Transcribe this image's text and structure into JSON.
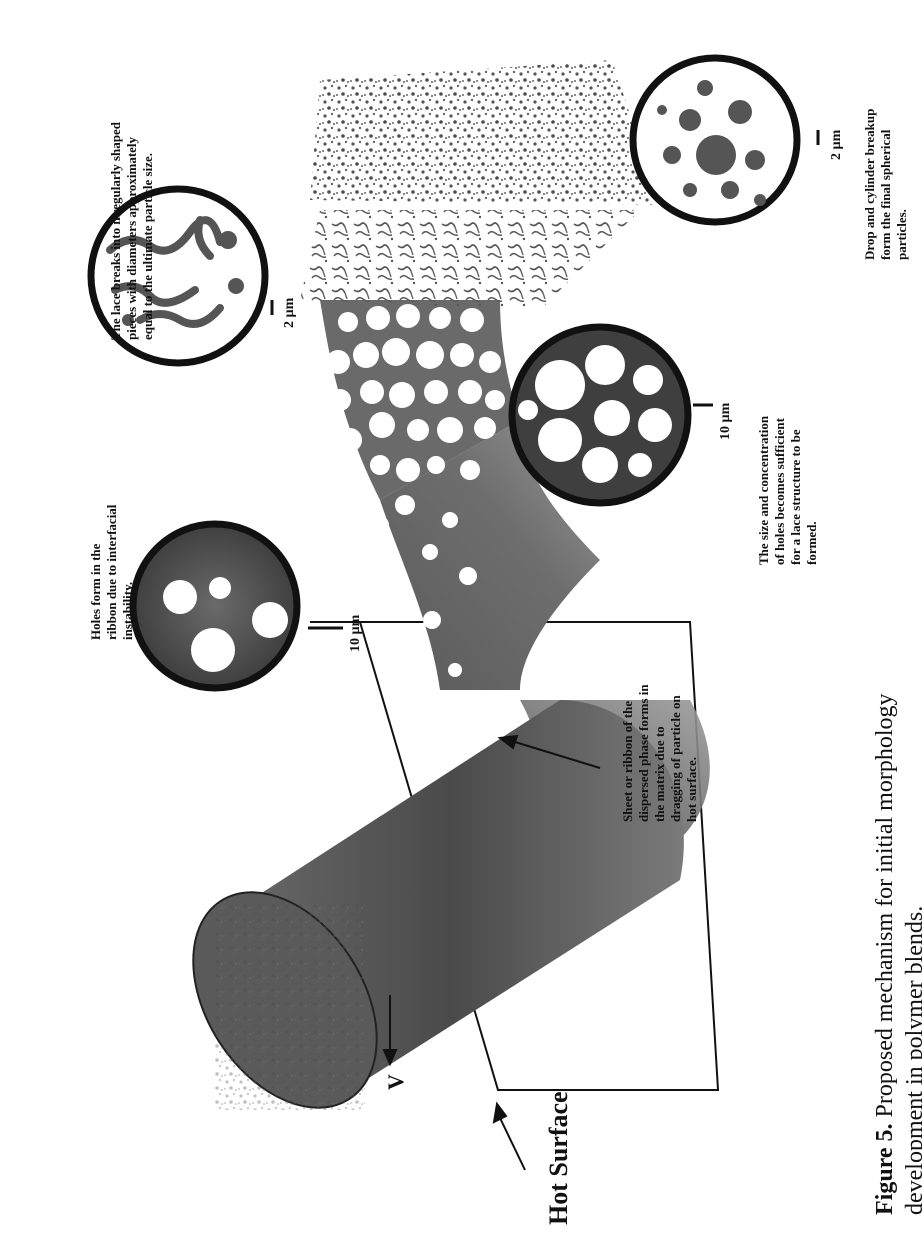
{
  "figure": {
    "caption_label": "Figure 5.",
    "caption_line1": "Proposed mechanism for initial morphology",
    "caption_line2": "development in polymer blends."
  },
  "labels": {
    "hot_surface": "Hot Surface",
    "velocity": "V"
  },
  "annotations": {
    "holes_form": [
      "Holes form in the",
      "ribbon due to interfacial",
      "instability."
    ],
    "sheet_ribbon": [
      "Sheet or ribbon of the",
      "dispersed phase forms in",
      "the matrix due to",
      "dragging of particle on",
      "hot surface."
    ],
    "lace_breaks": [
      "The lace breaks into irregularly shaped",
      "pieces with diameters approximately",
      "equal to the ultimate particle size."
    ],
    "size_concentration": [
      "The size and concentration",
      "of holes becomes sufficient",
      "for a lace structure to be",
      "formed."
    ],
    "drop_cylinder": [
      "Drop and cylinder breakup",
      "form the final spherical",
      "particles."
    ]
  },
  "scale_bars": {
    "holes": "10 µm",
    "lace_holes": "10 µm",
    "lace_pieces": "2 µm",
    "final_particles": "2 µm"
  },
  "colors": {
    "ink": "#111111",
    "shade_dark": "#555555",
    "shade_mid": "#8a8a8a",
    "paper": "#ffffff"
  }
}
